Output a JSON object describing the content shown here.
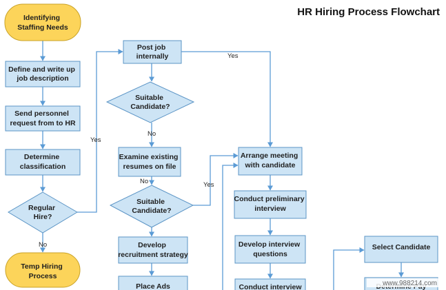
{
  "title": "HR Hiring Process Flowchart",
  "watermark": "www.988214.com",
  "colors": {
    "process_fill": "#cde4f5",
    "process_stroke": "#5b94c5",
    "terminator_fill": "#fcd45a",
    "terminator_stroke": "#c9a227",
    "arrow": "#5b9bd5"
  },
  "nodes": {
    "identifying": [
      "Identifying",
      "Staffing Needs"
    ],
    "define": [
      "Define and write up",
      "job description"
    ],
    "send": [
      "Send personnel",
      "request from to HR"
    ],
    "determine": [
      "Determine",
      "classification"
    ],
    "regular": [
      "Regular",
      "Hire?"
    ],
    "temp": [
      "Temp Hiring",
      "Process"
    ],
    "post": [
      "Post job",
      "internally"
    ],
    "suitable1": [
      "Suitable",
      "Candidate?"
    ],
    "examine": [
      "Examine existing",
      "resumes on file"
    ],
    "suitable2": [
      "Suitable",
      "Candidate?"
    ],
    "develop_strategy": [
      "Develop",
      "recruitment strategy"
    ],
    "place_ads": [
      "Place Ads"
    ],
    "arrange": [
      "Arrange meeting",
      "with candidate"
    ],
    "conduct_prelim": [
      "Conduct preliminary",
      "interview"
    ],
    "develop_questions": [
      "Develop interview",
      "questions"
    ],
    "conduct_interview": [
      "Conduct interview"
    ],
    "select": [
      "Select Candidate"
    ],
    "determine_pay": [
      "Determine Pay"
    ]
  },
  "edge_labels": {
    "post_yes": "Yes",
    "regular_yes": "Yes",
    "regular_no": "No",
    "suitable1_no": "No",
    "examine_no": "No",
    "suitable2_yes": "Yes"
  }
}
